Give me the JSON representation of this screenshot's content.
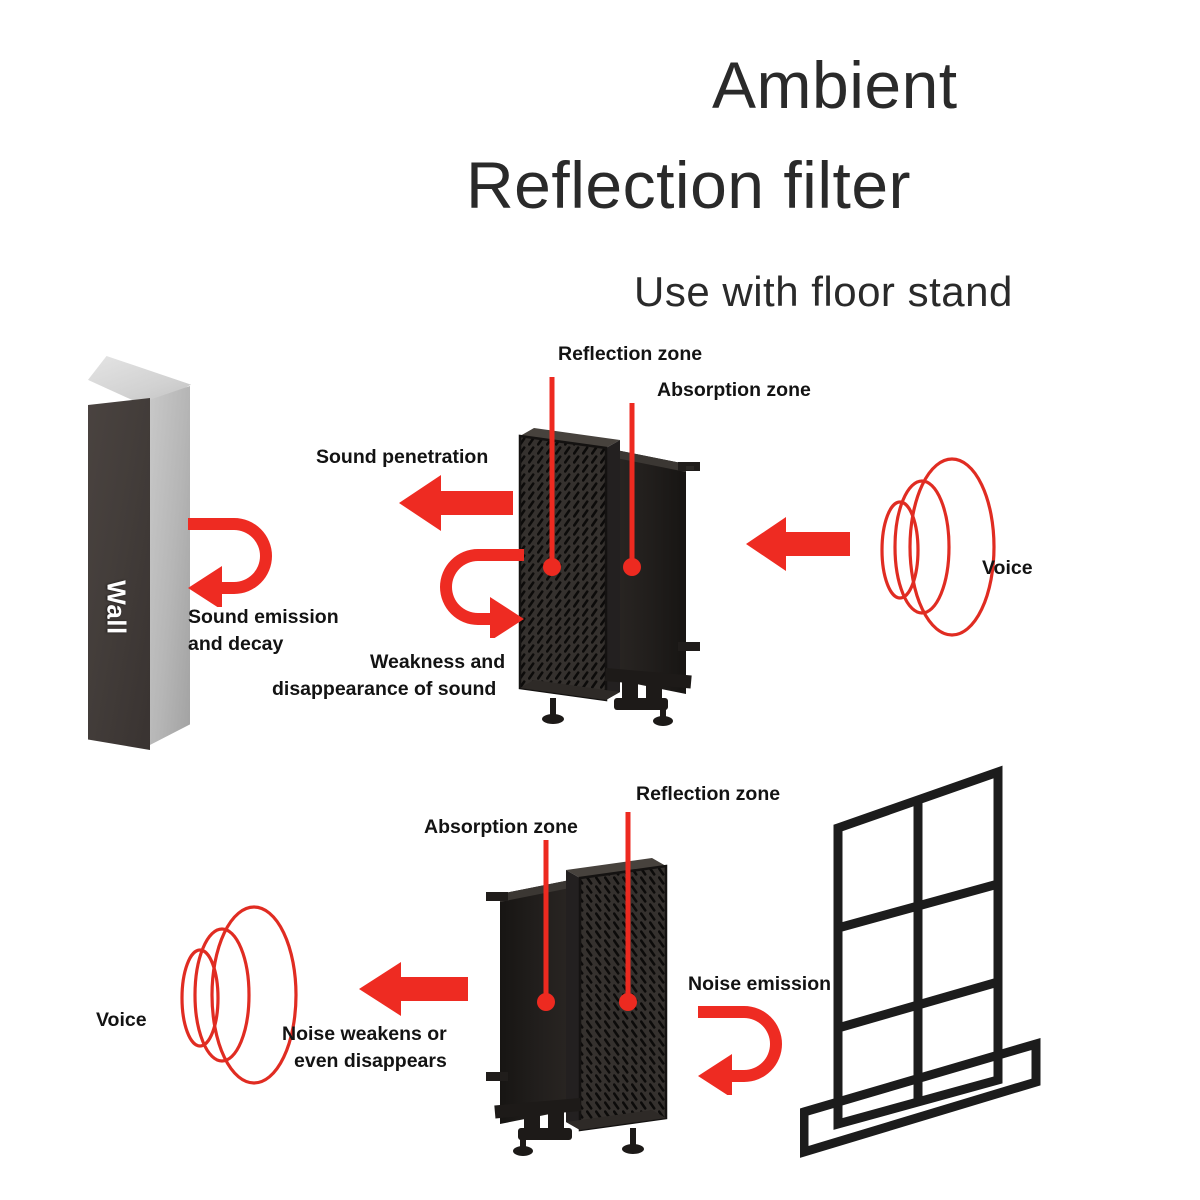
{
  "header": {
    "title_line1": "Ambient",
    "title_line2": "Reflection filter",
    "subtitle": "Use with floor stand"
  },
  "colors": {
    "arrow_red": "#EE2B22",
    "pointer_red": "#ED2A20",
    "panel_dark": "#262321",
    "panel_face": "#332F2C",
    "wall_dark": "#433D3A",
    "wall_light": "#C0C0C0",
    "window_black": "#1C1C1C",
    "text": "#131313"
  },
  "upper_diagram": {
    "wall_label": "Wall",
    "panel_pointers": [
      {
        "name": "reflection-zone",
        "label": "Reflection zone"
      },
      {
        "name": "absorption-zone",
        "label": "Absorption zone"
      }
    ],
    "labels": [
      {
        "name": "sound-penetration",
        "text": "Sound penetration"
      },
      {
        "name": "sound-emission-and-decay",
        "line1": "Sound emission",
        "line2": "and decay"
      },
      {
        "name": "weakness-and-disappearance",
        "line1": "Weakness and",
        "line2": "disappearance of sound"
      },
      {
        "name": "voice",
        "text": "Voice"
      }
    ],
    "arrows": [
      {
        "name": "sound-penetration-arrow",
        "direction": "left"
      },
      {
        "name": "weakness-uturn-arrow",
        "direction": "uturn-left"
      },
      {
        "name": "sound-emission-uturn-arrow",
        "direction": "uturn-right"
      },
      {
        "name": "voice-input-arrow",
        "direction": "left"
      }
    ]
  },
  "lower_diagram": {
    "panel_pointers": [
      {
        "name": "absorption-zone",
        "label": "Absorption zone"
      },
      {
        "name": "reflection-zone",
        "label": "Reflection zone"
      }
    ],
    "labels": [
      {
        "name": "voice",
        "text": "Voice"
      },
      {
        "name": "noise-weakens",
        "line1": "Noise weakens or",
        "line2": "even disappears"
      },
      {
        "name": "noise-emission",
        "text": "Noise emission"
      }
    ],
    "arrows": [
      {
        "name": "noise-weakens-arrow",
        "direction": "left"
      },
      {
        "name": "noise-emission-uturn-arrow",
        "direction": "uturn-right"
      }
    ]
  }
}
